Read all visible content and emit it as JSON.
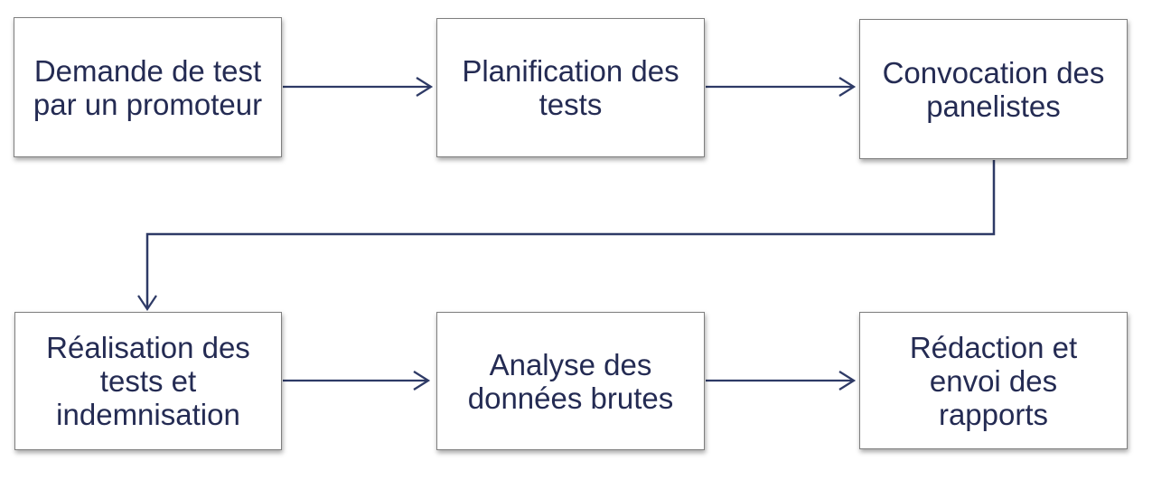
{
  "diagram": {
    "type": "flowchart",
    "language": "fr",
    "colors": {
      "text": "#242b53",
      "line": "#2e3a66",
      "node_border": "#7f7f7f",
      "node_fill": "#ffffff",
      "bg": "#ffffff"
    },
    "nodes": [
      {
        "id": "demande-test",
        "label": "Demande de test\npar un promoteur"
      },
      {
        "id": "planification-tests",
        "label": "Planification des\ntests"
      },
      {
        "id": "convocation-panelistes",
        "label": "Convocation des\npanelistes"
      },
      {
        "id": "realisation-tests",
        "label": "Réalisation des\ntests et\nindemnisation"
      },
      {
        "id": "analyse-donnees",
        "label": "Analyse des\ndonnées brutes"
      },
      {
        "id": "redaction-rapports",
        "label": "Rédaction et\nenvoi des\nrapports"
      }
    ],
    "connectors": [
      {
        "from": "demande-test",
        "to": "planification-tests",
        "style": "straight-right-arrow"
      },
      {
        "from": "planification-tests",
        "to": "convocation-panelistes",
        "style": "straight-right-arrow"
      },
      {
        "from": "convocation-panelistes",
        "to": "realisation-tests",
        "style": "elbow-down-left-down-arrow"
      },
      {
        "from": "realisation-tests",
        "to": "analyse-donnees",
        "style": "straight-right-arrow"
      },
      {
        "from": "analyse-donnees",
        "to": "redaction-rapports",
        "style": "straight-right-arrow"
      }
    ]
  }
}
